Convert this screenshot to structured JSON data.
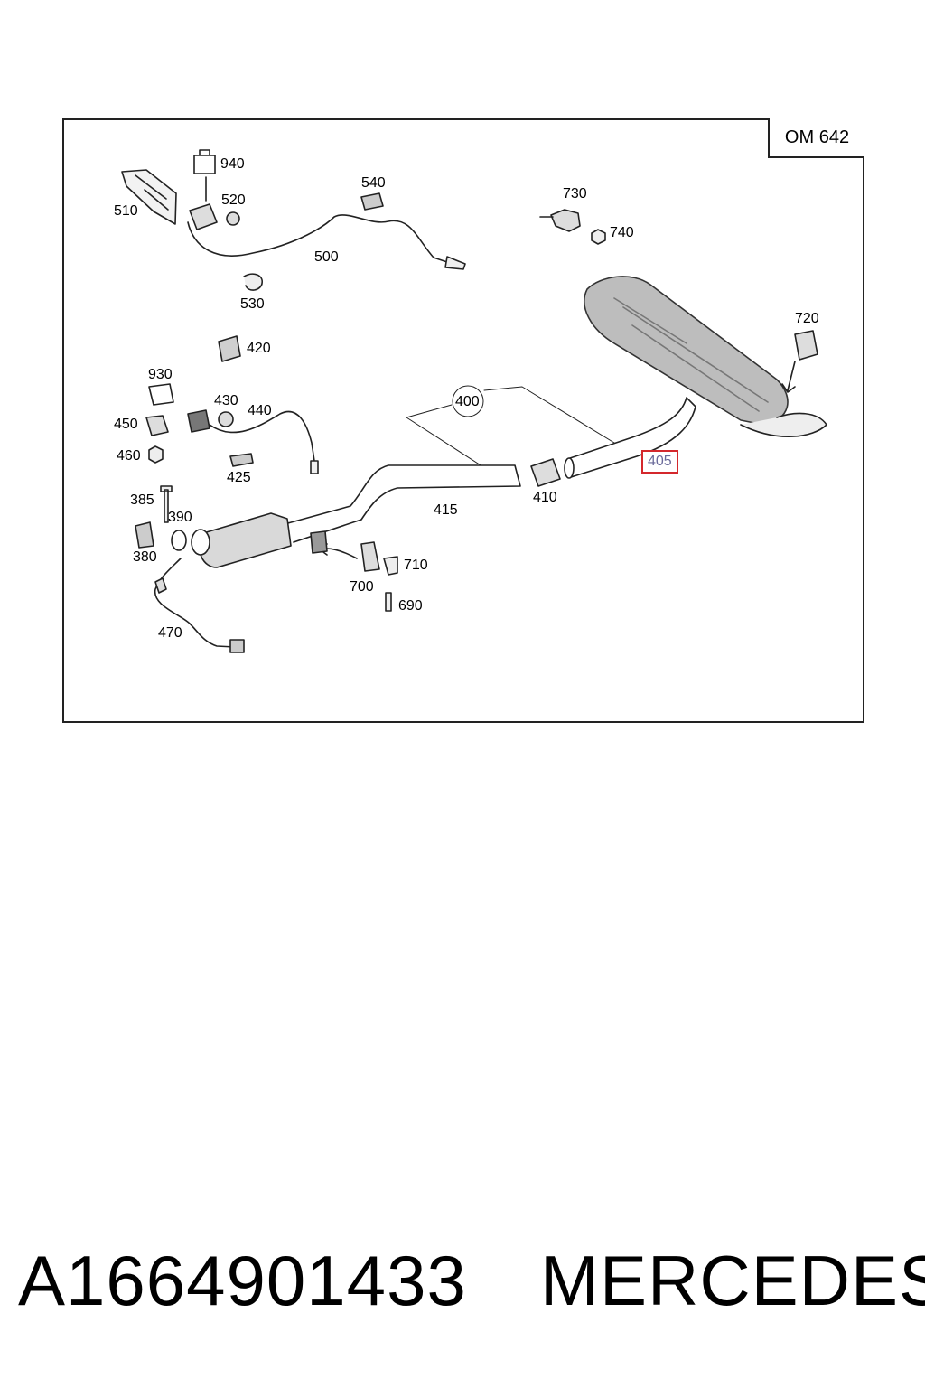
{
  "diagram": {
    "engine_code": "OM 642",
    "callouts": [
      "940",
      "510",
      "520",
      "540",
      "730",
      "740",
      "500",
      "530",
      "420",
      "720",
      "930",
      "430",
      "440",
      "450",
      "400",
      "460",
      "425",
      "405",
      "385",
      "390",
      "410",
      "415",
      "380",
      "710",
      "700",
      "690",
      "470"
    ],
    "highlight": "405"
  },
  "footer": {
    "part_number": "A1664901433",
    "brand": "MERCEDES"
  }
}
